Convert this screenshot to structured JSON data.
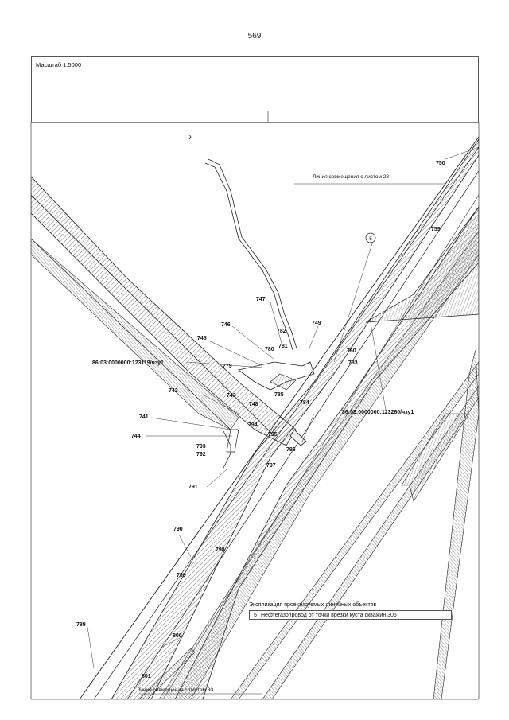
{
  "page_number": "569",
  "scale": "Масштаб 1:5000",
  "match_line_top": "Линия совмещения с листом 28",
  "match_line_bottom": "Линия совмещения с листом 30",
  "legend": {
    "title": "Экспликация проектируемых линейных объектов",
    "rows": [
      {
        "num": "5",
        "text": "Нефтегазопровод от точки врезки куста скважин 306"
      }
    ]
  },
  "object_marker": "5",
  "parcels": {
    "left": "86:03:0000000:123119/чзу1",
    "right": "86:03:0000000:123260/чзу1"
  },
  "point_labels": {
    "p741": "741",
    "p742": "742",
    "p743": "743",
    "p744": "744",
    "p745": "745",
    "p746": "746",
    "p747": "747",
    "p748": "748",
    "p749": "749",
    "p750": "750",
    "p759": "759",
    "p760": "760",
    "p779": "779",
    "p780": "780",
    "p781": "781",
    "p782": "782",
    "p783": "783",
    "p784": "784",
    "p785": "785",
    "p789": "789",
    "p790": "790",
    "p791": "791",
    "p792": "792",
    "p793": "793",
    "p794": "794",
    "p795": "795",
    "p796": "796",
    "p797": "797",
    "p798": "798",
    "p799": "799",
    "p800": "800",
    "p801": "801"
  },
  "colors": {
    "line": "#222222",
    "hatch": "#555555",
    "paper": "#ffffff"
  }
}
